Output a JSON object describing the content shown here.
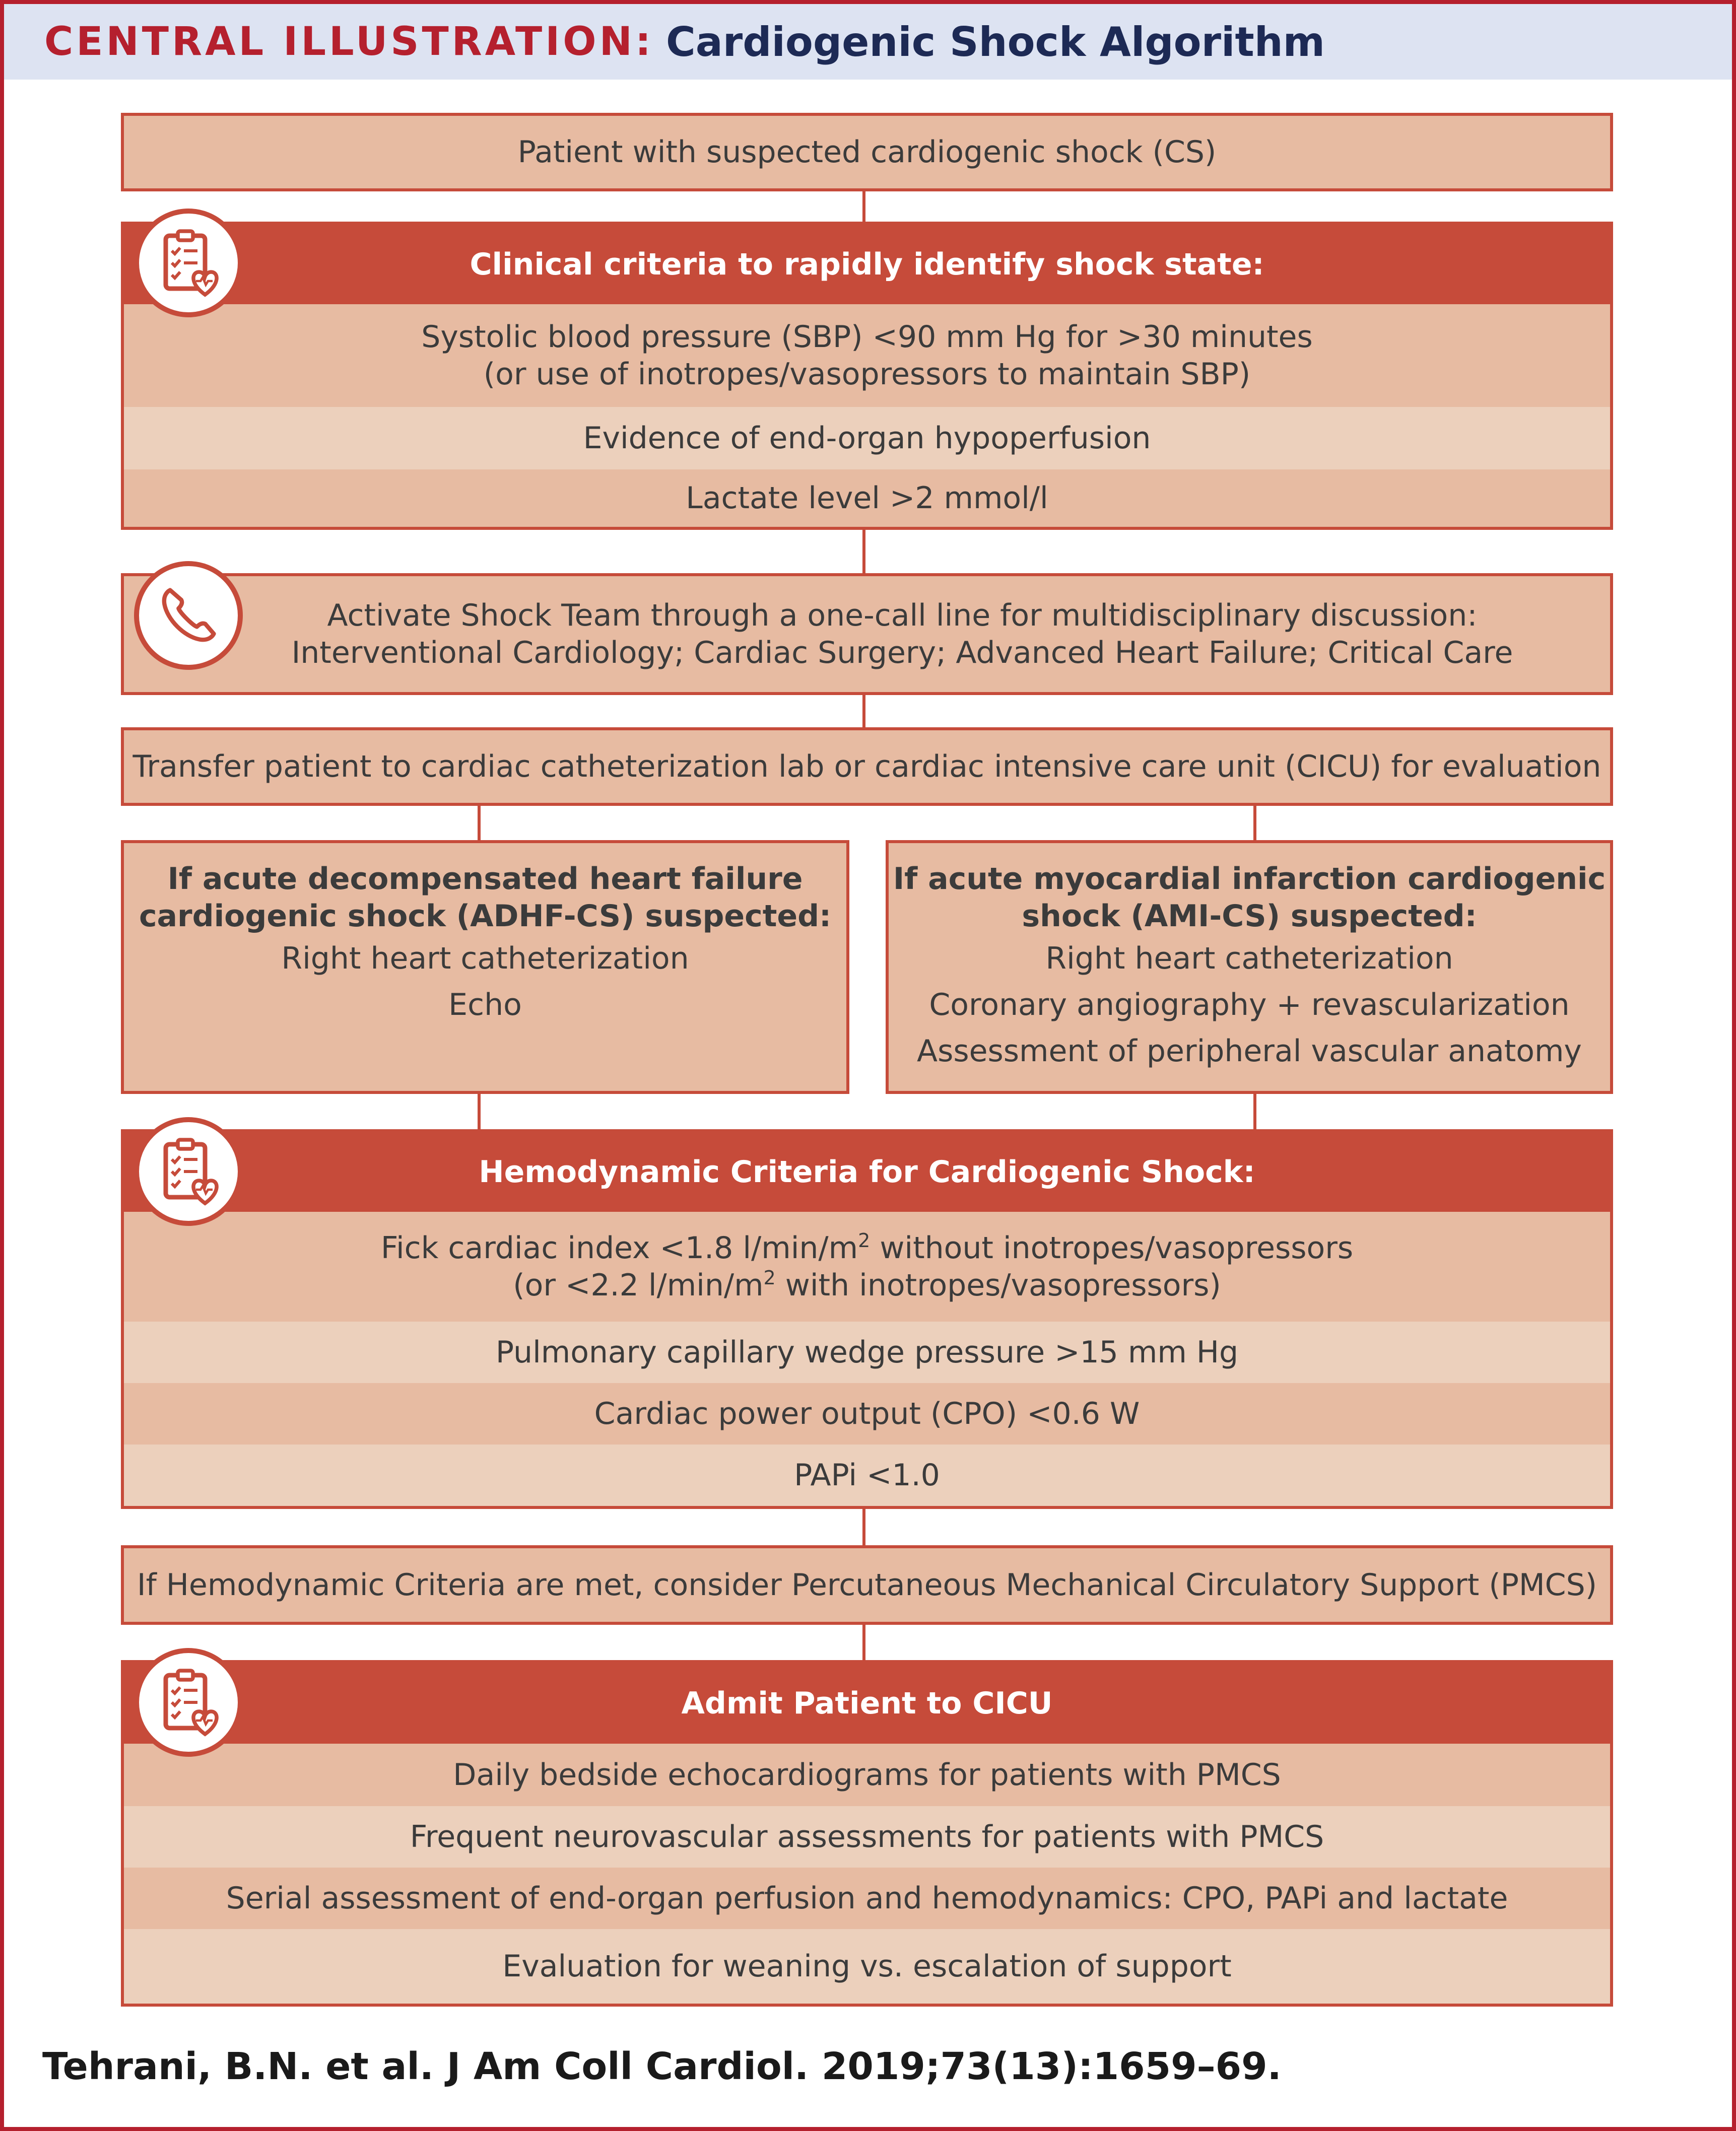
{
  "header": {
    "label": "CENTRAL ILLUSTRATION:",
    "title": "Cardiogenic Shock Algorithm"
  },
  "colors": {
    "accent_red": "#c64b3a",
    "brand_red": "#b5202e",
    "box_fill": "#e7bba2",
    "row_alt_fill": "#ecd0bc",
    "header_band": "#dde3f2",
    "title_navy": "#1d2a55"
  },
  "step1": {
    "text": "Patient with suspected cardiogenic shock (CS)"
  },
  "clinical": {
    "icon": "clipboard-heart-icon",
    "heading": "Clinical criteria to rapidly identify shock state:",
    "rows": [
      {
        "line1": "Systolic blood pressure (SBP) <90 mm Hg for >30 minutes",
        "line2": "(or use of inotropes/vasopressors to maintain SBP)"
      },
      {
        "line1": "Evidence of end-organ hypoperfusion"
      },
      {
        "line1": "Lactate level >2 mmol/l"
      }
    ]
  },
  "shock_team": {
    "icon": "phone-icon",
    "line1": "Activate Shock Team through a one-call line for multidisciplinary discussion:",
    "line2": "Interventional Cardiology; Cardiac Surgery; Advanced Heart Failure; Critical Care"
  },
  "transfer": {
    "text": "Transfer patient to cardiac catheterization lab or cardiac intensive care unit (CICU) for evaluation"
  },
  "adhf": {
    "title1": "If acute decompensated heart failure",
    "title2": "cardiogenic shock (ADHF-CS) suspected:",
    "items": [
      "Right heart catheterization",
      "Echo"
    ]
  },
  "ami": {
    "title1": "If acute myocardial infarction cardiogenic",
    "title2": "shock (AMI-CS) suspected:",
    "items": [
      "Right heart catheterization",
      "Coronary angiography + revascularization",
      "Assessment of peripheral vascular anatomy"
    ]
  },
  "hemodynamic": {
    "icon": "clipboard-heart-icon",
    "heading": "Hemodynamic Criteria for Cardiogenic Shock:",
    "row1_a": "Fick cardiac index <1.8 l/min/m",
    "row1_sup": "2",
    "row1_b": " without inotropes/vasopressors",
    "row1_c": "(or <2.2 l/min/m",
    "row1_sup2": "2",
    "row1_d": " with inotropes/vasopressors)",
    "rows": [
      "Pulmonary capillary wedge pressure >15 mm Hg",
      "Cardiac power output (CPO) <0.6 W",
      "PAPi <1.0"
    ]
  },
  "pmcs": {
    "text": "If Hemodynamic Criteria are met, consider Percutaneous Mechanical Circulatory Support (PMCS)"
  },
  "admit": {
    "icon": "clipboard-heart-icon",
    "heading": "Admit Patient to CICU",
    "rows": [
      "Daily bedside echocardiograms for patients with PMCS",
      "Frequent neurovascular assessments for patients with PMCS",
      "Serial assessment of end-organ perfusion and hemodynamics: CPO, PAPi and lactate",
      "Evaluation for weaning vs. escalation of support"
    ]
  },
  "citation": "Tehrani, B.N. et al. J Am Coll Cardiol. 2019;73(13):1659–69."
}
